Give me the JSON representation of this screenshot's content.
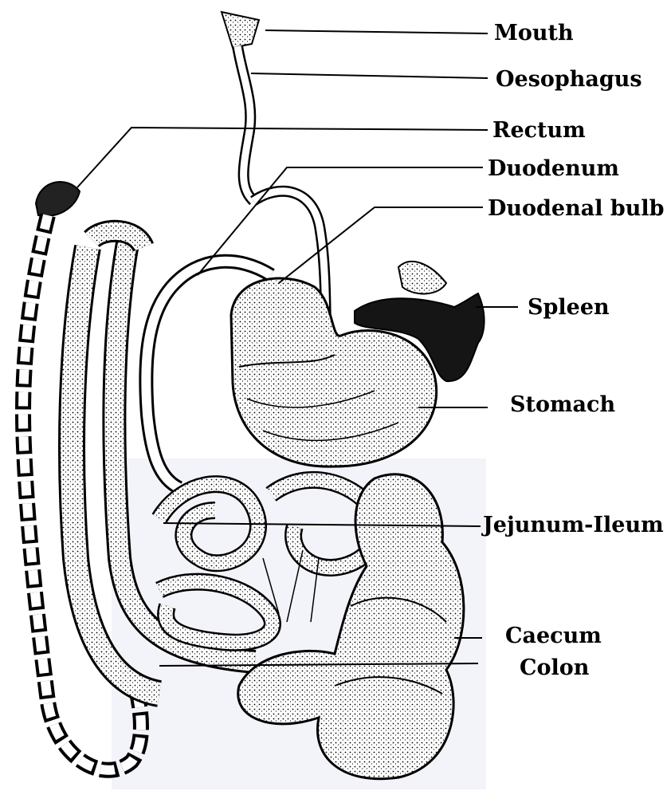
{
  "diagram": {
    "labels": {
      "mouth": "Mouth",
      "oesophagus": "Oesophagus",
      "rectum": "Rectum",
      "duodenum": "Duodenum",
      "duodenal_bulb": "Duodenal bulb",
      "spleen": "Spleen",
      "stomach": "Stomach",
      "jejunum_ileum": "Jejunum-Ileum",
      "caecum": "Caecum",
      "colon": "Colon"
    },
    "colors": {
      "ink": "#000000",
      "paper": "#ffffff",
      "watermark": "#e9e9f5"
    }
  }
}
